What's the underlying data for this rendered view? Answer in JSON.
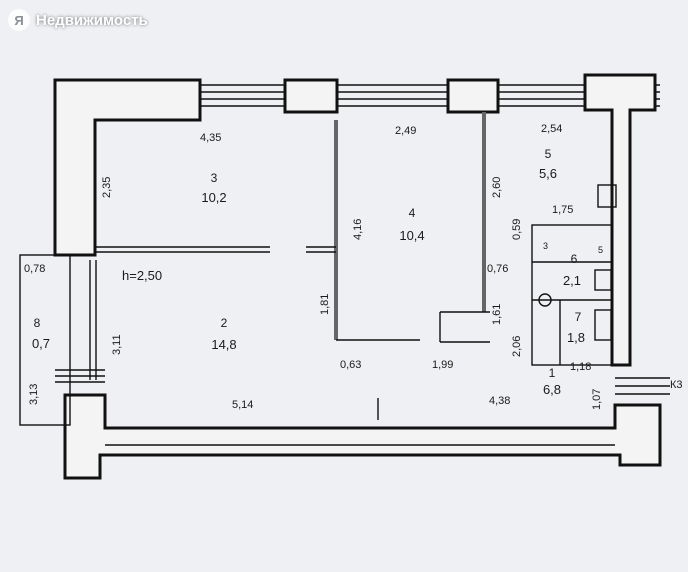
{
  "watermark": {
    "logo": "Я",
    "name": "Недвижимость"
  },
  "ceiling_height": "h=2,50",
  "rooms": [
    {
      "id": "3",
      "area": "10,2"
    },
    {
      "id": "4",
      "area": "10,4"
    },
    {
      "id": "5",
      "area": "5,6"
    },
    {
      "id": "2",
      "area": "14,8"
    },
    {
      "id": "8",
      "area": "0,7"
    },
    {
      "id": "1",
      "area": "6,8"
    },
    {
      "id": "6",
      "area": "2,1"
    },
    {
      "id": "7",
      "area": "1,8"
    }
  ],
  "room3_marks": [
    "3",
    "5"
  ],
  "dimensions": [
    "4,35",
    "2,49",
    "2,54",
    "2,35",
    "2,60",
    "4,16",
    "0,59",
    "1,75",
    "0,78",
    "0,76",
    "3,11",
    "1,81",
    "1,61",
    "2,06",
    "3,13",
    "0,63",
    "1,99",
    "1,18",
    "5,14",
    "4,38",
    "1,07"
  ],
  "edge_label": "К3",
  "colors": {
    "wall_fill": "#f4f4f4",
    "line": "#111111",
    "background": "#eef0f3"
  }
}
